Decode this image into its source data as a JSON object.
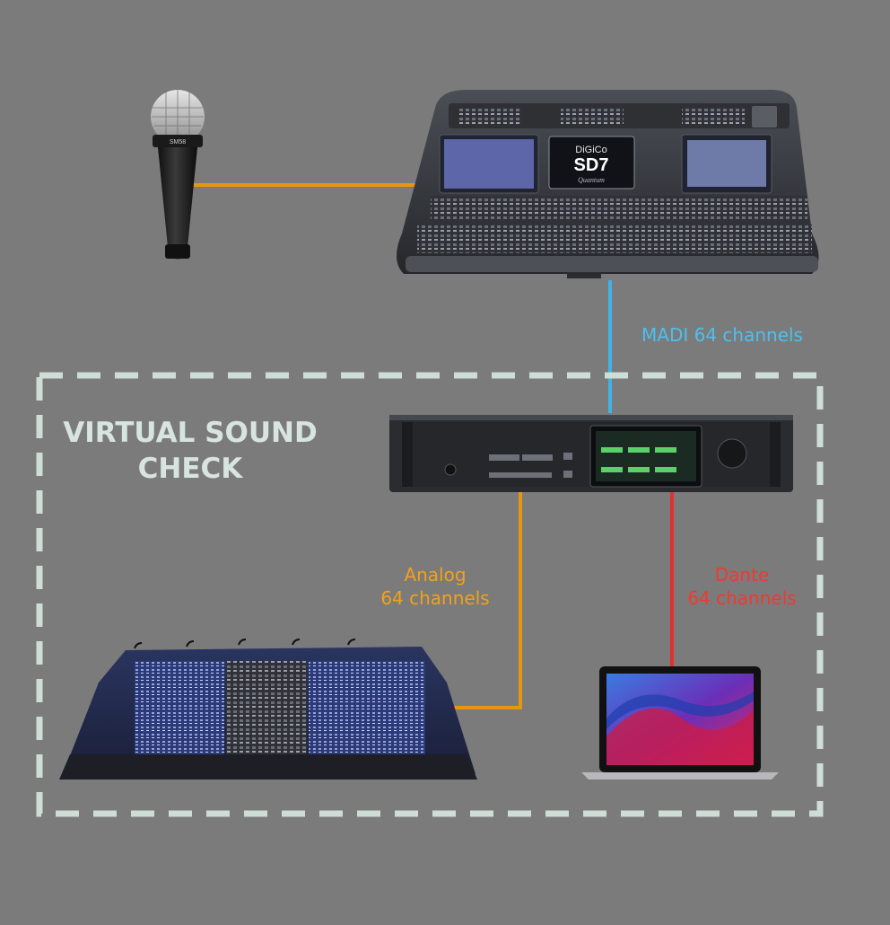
{
  "title": {
    "line1": "VIRTUAL SOUND",
    "line2": "CHECK"
  },
  "labels": {
    "madi": "MADI 64 channels",
    "analog_line1": "Analog",
    "analog_line2": "64 channels",
    "dante_line1": "Dante",
    "dante_line2": "64 channels"
  },
  "device_text": {
    "mic_badge": "SM58",
    "console_brand": "DiGiCo",
    "console_model": "SD7",
    "console_edition": "Quantum"
  },
  "colors": {
    "background": "#7b7b7b",
    "dashed_border": "#cfddd7",
    "analog_line": "#e8960f",
    "madi_line": "#3fb2e6",
    "dante_line": "#e0322c",
    "madi_label": "#4cc0f0",
    "analog_label": "#f2a11a",
    "dante_label": "#ee3a30"
  }
}
